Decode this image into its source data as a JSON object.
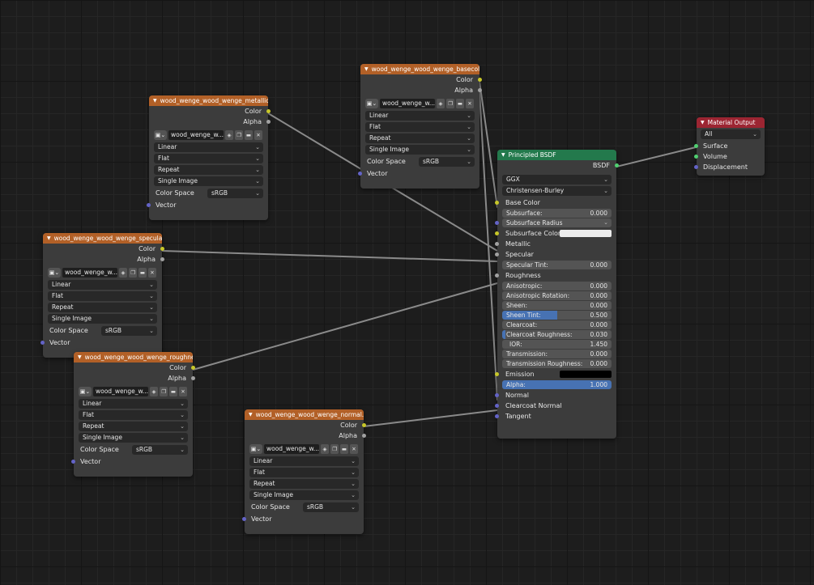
{
  "colors": {
    "texture_header": "#b26027",
    "shader_header": "#23794c",
    "output_header": "#9c2532",
    "link": "#8a8a8a",
    "slider_fill": "#4772b3",
    "subsurface_color": "#ececec",
    "emission_color": "#000000"
  },
  "icons": {
    "collapse": "triangle-down-icon",
    "image_browse": "image-icon",
    "fake_user": "shield-icon",
    "duplicate": "duplicate-icon",
    "open": "folder-icon",
    "unlink": "x-icon",
    "dropdown": "chevron-down-icon"
  },
  "texture_nodes": [
    {
      "title": "wood_wenge_wood_wenge_metallic.j...",
      "out_color": "Color",
      "out_alpha": "Alpha",
      "image_name": "wood_wenge_w...",
      "interpolation": "Linear",
      "projection": "Flat",
      "extension": "Repeat",
      "source": "Single Image",
      "colorspace_label": "Color Space",
      "colorspace": "sRGB",
      "in_vector": "Vector"
    },
    {
      "title": "wood_wenge_wood_wenge_basecolo...",
      "out_color": "Color",
      "out_alpha": "Alpha",
      "image_name": "wood_wenge_w...",
      "interpolation": "Linear",
      "projection": "Flat",
      "extension": "Repeat",
      "source": "Single Image",
      "colorspace_label": "Color Space",
      "colorspace": "sRGB",
      "in_vector": "Vector"
    },
    {
      "title": "wood_wenge_wood_wenge_specular.j...",
      "out_color": "Color",
      "out_alpha": "Alpha",
      "image_name": "wood_wenge_w...",
      "interpolation": "Linear",
      "projection": "Flat",
      "extension": "Repeat",
      "source": "Single Image",
      "colorspace_label": "Color Space",
      "colorspace": "sRGB",
      "in_vector": "Vector"
    },
    {
      "title": "wood_wenge_wood_wenge_roughnes...",
      "out_color": "Color",
      "out_alpha": "Alpha",
      "image_name": "wood_wenge_w...",
      "interpolation": "Linear",
      "projection": "Flat",
      "extension": "Repeat",
      "source": "Single Image",
      "colorspace_label": "Color Space",
      "colorspace": "sRGB",
      "in_vector": "Vector"
    },
    {
      "title": "wood_wenge_wood_wenge_normal.jpg",
      "out_color": "Color",
      "out_alpha": "Alpha",
      "image_name": "wood_wenge_w...",
      "interpolation": "Linear",
      "projection": "Flat",
      "extension": "Repeat",
      "source": "Single Image",
      "colorspace_label": "Color Space",
      "colorspace": "sRGB",
      "in_vector": "Vector"
    }
  ],
  "bsdf": {
    "title": "Principled BSDF",
    "out_bsdf": "BSDF",
    "distribution": "GGX",
    "subsurface_method": "Christensen-Burley",
    "base_color": "Base Color",
    "subsurface": {
      "label": "Subsurface:",
      "value": "0.000"
    },
    "subsurface_radius": "Subsurface Radius",
    "subsurface_color": "Subsurface Color",
    "metallic": "Metallic",
    "specular": "Specular",
    "specular_tint": {
      "label": "Specular Tint:",
      "value": "0.000"
    },
    "roughness": "Roughness",
    "anisotropic": {
      "label": "Anisotropic:",
      "value": "0.000"
    },
    "anisotropic_rotation": {
      "label": "Anisotropic Rotation:",
      "value": "0.000"
    },
    "sheen": {
      "label": "Sheen:",
      "value": "0.000"
    },
    "sheen_tint": {
      "label": "Sheen Tint:",
      "value": "0.500",
      "fraction": 0.5
    },
    "clearcoat": {
      "label": "Clearcoat:",
      "value": "0.000"
    },
    "clearcoat_roughness": {
      "label": "Clearcoat Roughness:",
      "value": "0.030",
      "fraction": 0.03
    },
    "ior": {
      "label": "IOR:",
      "value": "1.450"
    },
    "transmission": {
      "label": "Transmission:",
      "value": "0.000"
    },
    "transmission_roughness": {
      "label": "Transmission Roughness:",
      "value": "0.000"
    },
    "emission": "Emission",
    "alpha": {
      "label": "Alpha:",
      "value": "1.000",
      "fraction": 1.0
    },
    "normal": "Normal",
    "clearcoat_normal": "Clearcoat Normal",
    "tangent": "Tangent"
  },
  "material_output": {
    "title": "Material Output",
    "target": "All",
    "surface": "Surface",
    "volume": "Volume",
    "displacement": "Displacement"
  }
}
